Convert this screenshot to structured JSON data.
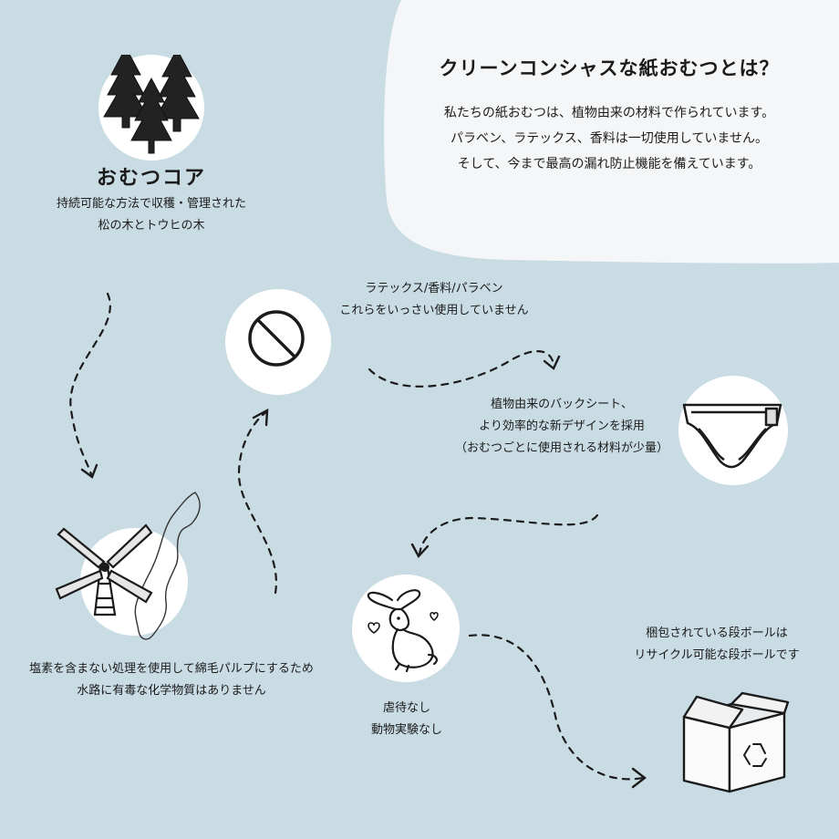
{
  "intro": {
    "title": "クリーンコンシャスな紙おむつとは？",
    "lines": [
      "私たちの紙おむつは、植物由来の材料で作られています。",
      "パラベン、ラテックス、香料は一切使用していません。",
      "そして、今まで最高の漏れ防止機能を備えています。"
    ]
  },
  "core": {
    "title": "おむつコア",
    "lines": [
      "持続可能な方法で収穫・管理された",
      "松の木とトウヒの木"
    ]
  },
  "free_from": {
    "lines": [
      "ラテックス/香料/パラベン",
      "これらをいっさい使用していません"
    ]
  },
  "backsheet": {
    "lines": [
      "植物由来のバックシート、",
      "より効率的な新デザインを採用",
      "（おむつごとに使用される材料が少量）"
    ]
  },
  "pulp": {
    "lines": [
      "塩素を含まない処理を使用して綿毛パルプにするため",
      "水路に有毒な化学物質はありません"
    ]
  },
  "cruelty": {
    "lines": [
      "虐待なし",
      "動物実験なし"
    ]
  },
  "packaging": {
    "lines": [
      "梱包されている段ボールは",
      "リサイクル可能な段ボールです"
    ]
  },
  "icons": {
    "trees": "pine-trees-icon",
    "no_symbol": "prohibited-icon",
    "diaper": "diaper-icon",
    "windmill": "windmill-icon",
    "sweden_map": "sweden-map-icon",
    "rabbit": "rabbit-icon",
    "box": "recycle-box-icon"
  },
  "colors": {
    "background": "#c9dbe3",
    "panel": "#f4f6f7",
    "circle": "#ffffff",
    "ink": "#1b1b1b"
  }
}
